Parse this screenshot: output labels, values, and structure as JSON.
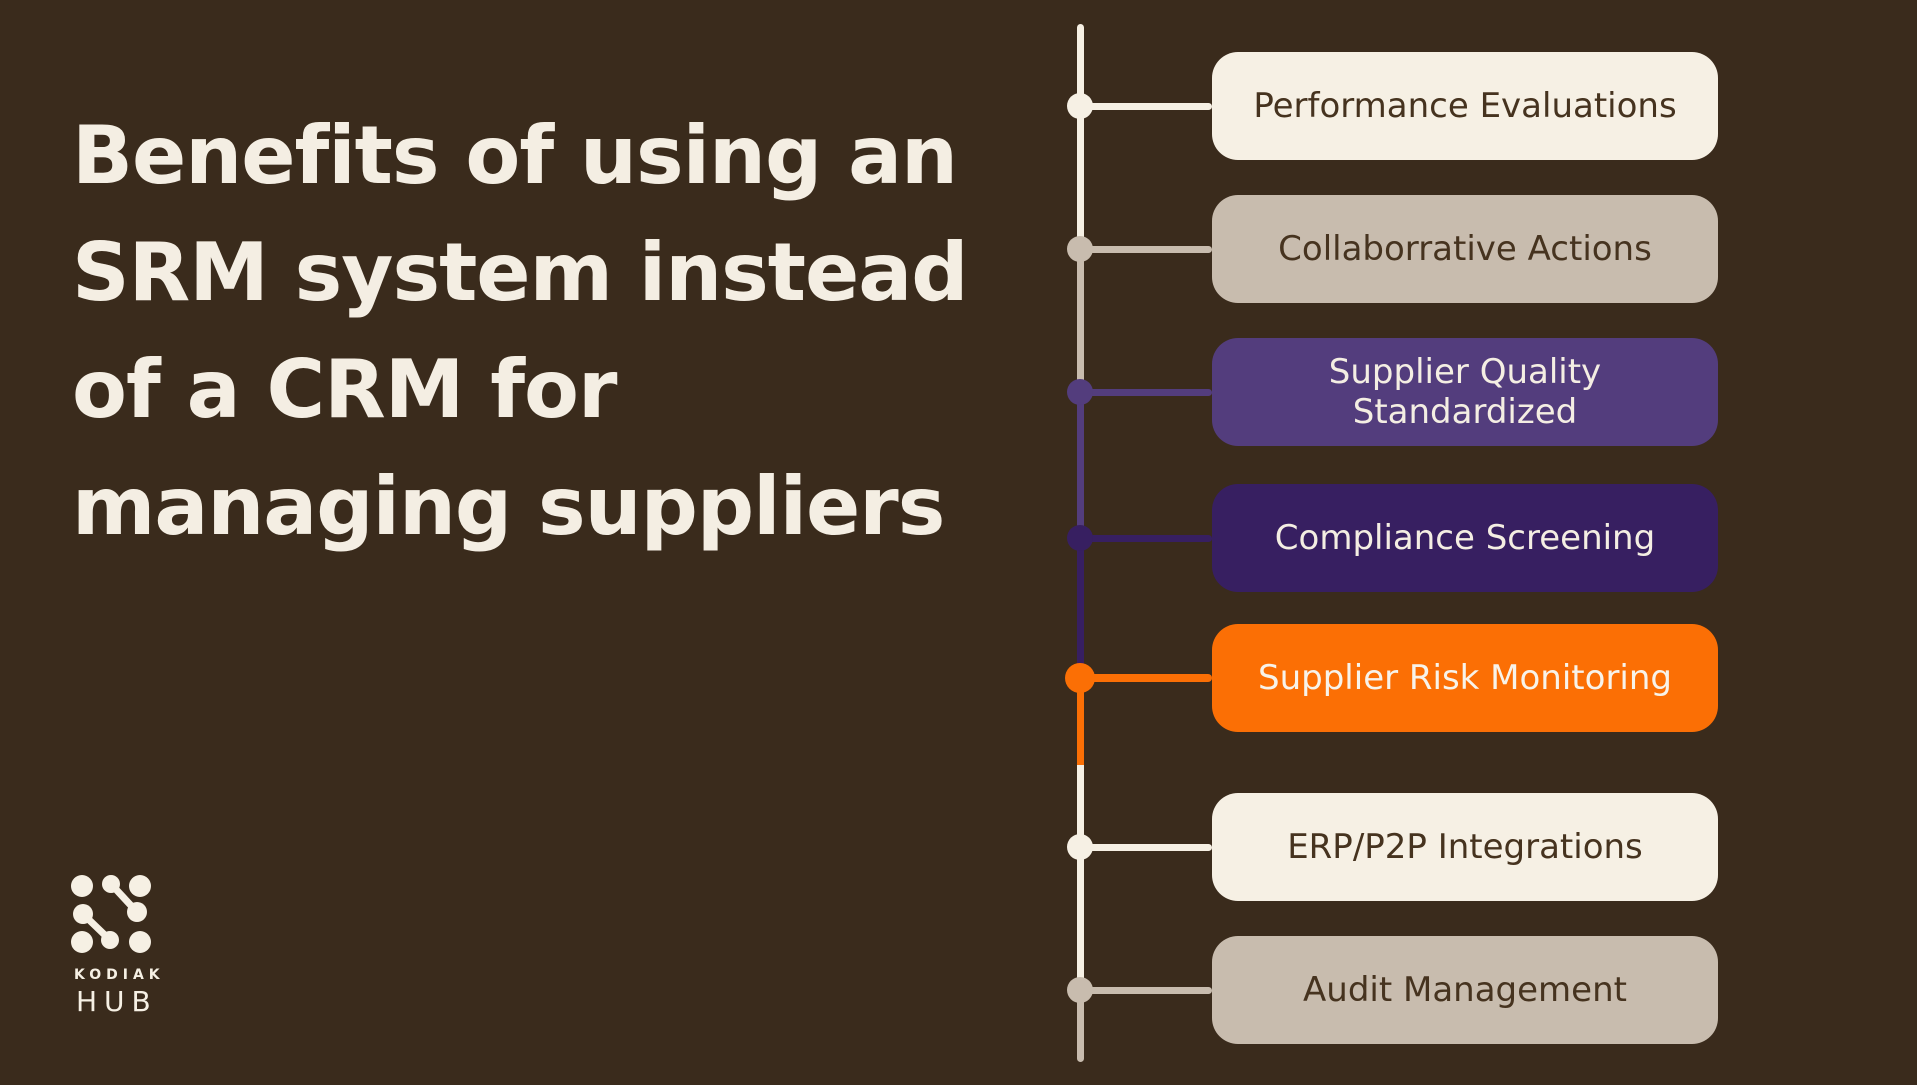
{
  "title": {
    "text": "Benefits of using an\nSRM system instead\nof a CRM for\nmanaging suppliers"
  },
  "colors": {
    "background": "#3a2b1c",
    "cream": "#f6f0e4",
    "tan": "#c8bcae",
    "purple": "#533d7d",
    "darkPurple": "#371f61",
    "orange": "#fb6f05",
    "darkText": "#46331f",
    "titleText": "#f4eee3"
  },
  "timeline": {
    "items": [
      {
        "label": "Performance Evaluations",
        "bg": "#f6f0e4",
        "fg": "#46331f"
      },
      {
        "label": "Collaborrative Actions",
        "bg": "#c8bcae",
        "fg": "#46331f"
      },
      {
        "label": "Supplier Quality Standardized",
        "bg": "#533d7d",
        "fg": "#f4eee3"
      },
      {
        "label": "Compliance Screening",
        "bg": "#371f61",
        "fg": "#f4eee3"
      },
      {
        "label": "Supplier Risk Monitoring",
        "bg": "#fb6f05",
        "fg": "#f8f3ea"
      },
      {
        "label": "ERP/P2P Integrations",
        "bg": "#f6f0e4",
        "fg": "#46331f"
      },
      {
        "label": "Audit Management",
        "bg": "#c8bcae",
        "fg": "#46331f"
      }
    ]
  },
  "logo": {
    "name": "KODIAK",
    "sub": "HUB"
  }
}
